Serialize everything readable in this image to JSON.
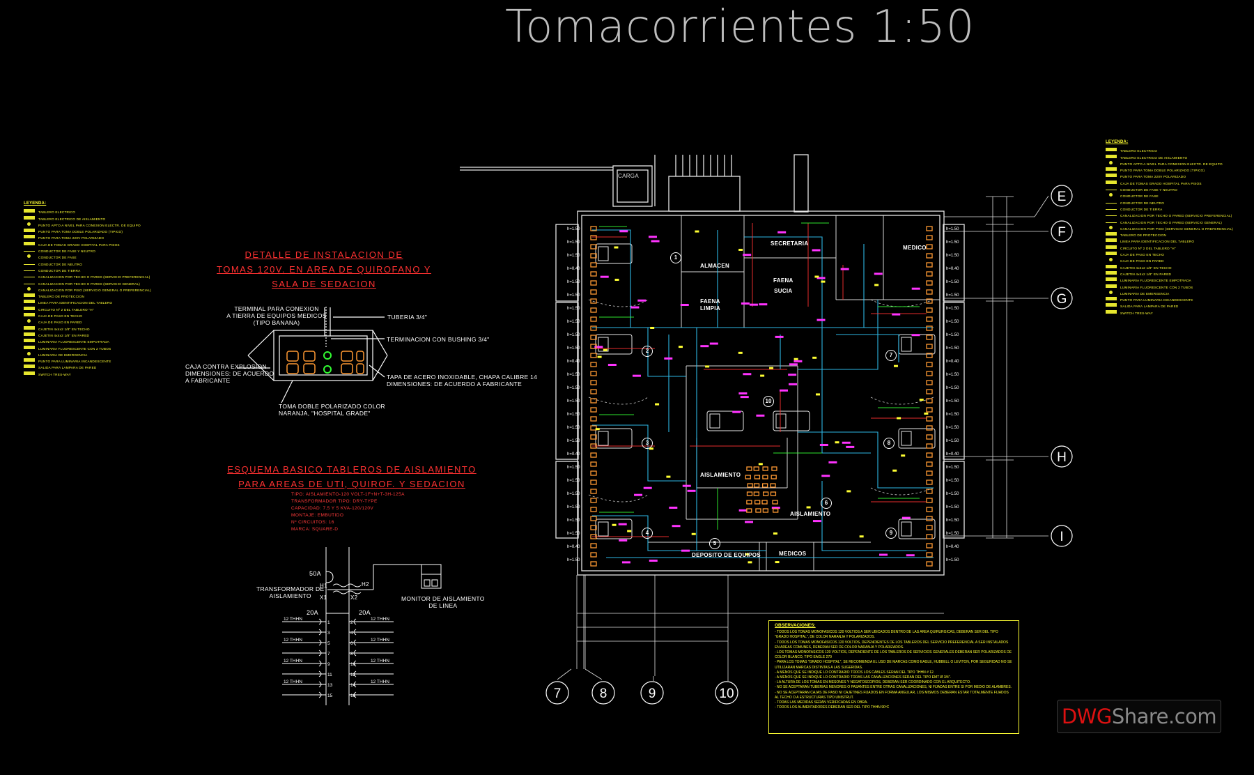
{
  "title": "Tomacorrientes 1:50",
  "watermark": {
    "brand_red": "DWG",
    "brand_rest": "Share.com"
  },
  "colors": {
    "background": "#000000",
    "cad_red": "#ff3131",
    "cad_yellow": "#ffff33",
    "cad_cyan": "#33ccff",
    "cad_green": "#33ff33",
    "cad_magenta": "#ff33ff",
    "cad_orange": "#ff9933",
    "title_gray": "#bdbdbd"
  },
  "detail_installation": {
    "heading": [
      "DETALLE DE INSTALACION DE",
      "TOMAS 120V. EN AREA DE QUIROFANO Y",
      "SALA DE SEDACION"
    ],
    "callouts": {
      "terminal": [
        "TERMINAL PARA CONEXION",
        "A TIERRA DE EQUIPOS MEDICOS",
        "(TIPO BANANA)"
      ],
      "tuberia": "TUBERIA 3/4\"",
      "bushing": "TERMINACION CON BUSHING 3/4\"",
      "caja": [
        "CAJA CONTRA EXPLOSION",
        "DIMENSIONES: DE ACUERDO",
        "A FABRICANTE"
      ],
      "tapa": [
        "TAPA DE ACERO INOXIDABLE, CHAPA CALIBRE 14",
        "DIMENSIONES: DE ACUERDO A FABRICANTE"
      ],
      "toma": [
        "TOMA DOBLE POLARIZADO COLOR",
        "NARANJA, \"HOSPITAL GRADE\""
      ]
    }
  },
  "isolation_scheme": {
    "heading": [
      "ESQUEMA BASICO TABLEROS DE AISLAMIENTO",
      "PARA AREAS DE UTI, QUIROF. Y SEDACION"
    ],
    "spec_lines": [
      "TIPO: AISLAMIENTO-120 VOLT-1F+N+T-3H-125A",
      "TRANSFORMADOR TIPO: DRY-TYPE",
      "CAPACIDAD: 7.5 Y 5   KVA-120/120V",
      "MONTAJE: EMBUTIDO",
      "Nº CIRCUITOS: 16",
      "MARCA: SQUARE-D"
    ],
    "labels": {
      "main_breaker": "50A",
      "transformer": [
        "TRANSFORMADOR DE",
        "AISLAMIENTO"
      ],
      "monitor": [
        "MONITOR DE AISLAMIENTO",
        "DE LINEA"
      ],
      "h1": "H1",
      "h2": "H2",
      "x1": "X1",
      "x2": "X2",
      "breaker_left": "20A",
      "breaker_right": "20A",
      "wire": "12 THHN"
    },
    "circuits_left": [
      "1",
      "3",
      "5",
      "7",
      "9",
      "11",
      "13",
      "15"
    ],
    "circuits_right": [
      "2",
      "4",
      "6",
      "8",
      "10",
      "12",
      "14",
      "16"
    ]
  },
  "plan": {
    "rooms": {
      "carga": "CARGA",
      "secretaria": "SECRETARIA",
      "medico": "MEDICO",
      "almacen": "ALMACEN",
      "faena_sucia": [
        "FAENA",
        "SUCIA"
      ],
      "faena_limpia": [
        "FAENA",
        "LIMPIA"
      ],
      "aislamiento_left": "AISLAMIENTO",
      "aislamiento_right": "AISLAMIENTO",
      "deposito": "DEPOSITO DE EQUIPOS",
      "medicos": "MEDICOS"
    },
    "bed_numbers": [
      "1",
      "2",
      "3",
      "4",
      "5",
      "6",
      "7",
      "8",
      "9",
      "10"
    ],
    "axes_right": [
      "E",
      "F",
      "G",
      "H",
      "I"
    ],
    "axes_bottom": [
      "7",
      "8",
      "9",
      "10"
    ],
    "height_tag": "h=1.50",
    "height_tag_low": "h=0.40"
  },
  "legend_left": {
    "heading": "LEYENDA:",
    "items": [
      "TABLERO ELECTRICO",
      "TABLERO ELECTRICO DE AISLAMIENTO",
      "PUNTO APTO A NIVEL PARA CONEXION ELECTR. DE EQUIPO",
      "PUNTO PARA TOMA DOBLE POLARIZADO (TIPICO)",
      "PUNTO PARA TOMA 220V POLARIZADO",
      "CAJA DE TOMAS GRADO HOSPITAL PARA PISOS",
      "CONDUCTOR DE FASE Y NEUTRO",
      "CONDUCTOR DE FASE",
      "CONDUCTOR DE NEUTRO",
      "CONDUCTOR DE TIERRA",
      "CANALIZACION POR TECHO O PARED (SERVICIO PREFERENCIAL)",
      "CANALIZACION POR TECHO O PARED (SERVICIO GENERAL)",
      "CANALIZACION POR PISO (SERVICIO GENERAL O PREFERENCIAL)",
      "TABLERO DE PROTECCION",
      "LINEA PARA IDENTIFICACION DEL TABLERO",
      "CIRCUITO Nº 2 DEL TABLERO \"H\"",
      "CAJA DE PASO EN TECHO",
      "CAJA DE PASO EN PARED",
      "CAJETIN 4x4x2 1/8\" EN TECHO",
      "CAJETIN 4x4x2 1/8\" EN PARED",
      "LUMINARIA FLUORESCENTE EMPOTRADA",
      "LUMINARIA FLUORESCENTE CON 2 TUBOS",
      "LUMINARIA DE EMERGENCIA",
      "PUNTO PARA LUMINARIA INCANDESCENTE",
      "SALIDA PARA LAMPARA DE PARED",
      "SWITCH TRES-WAY"
    ]
  },
  "legend_right": {
    "heading": "LEYENDA:",
    "items": [
      "TABLERO ELECTRICO",
      "TABLERO ELECTRICO DE AISLAMIENTO",
      "PUNTO APTO A NIVEL PARA CONEXION ELECTR. DE EQUIPO",
      "PUNTO PARA TOMA DOBLE POLARIZADO (TIPICO)",
      "PUNTO PARA TOMA 220V POLARIZADO",
      "CAJA DE TOMAS GRADO HOSPITAL PARA PISOS",
      "CONDUCTOR DE FASE Y NEUTRO",
      "CONDUCTOR DE FASE",
      "CONDUCTOR DE NEUTRO",
      "CONDUCTOR DE TIERRA",
      "CANALIZACION POR TECHO O PARED (SERVICIO PREFERENCIAL)",
      "CANALIZACION POR TECHO O PARED (SERVICIO GENERAL)",
      "CANALIZACION POR PISO (SERVICIO GENERAL O PREFERENCIAL)",
      "TABLERO DE PROTECCION",
      "LINEA PARA IDENTIFICACION DEL TABLERO",
      "CIRCUITO Nº 2 DEL TABLERO \"H\"",
      "CAJA DE PASO EN TECHO",
      "CAJA DE PASO EN PARED",
      "CAJETIN 4x4x2 1/8\" EN TECHO",
      "CAJETIN 4x4x2 1/8\" EN PARED",
      "LUMINARIA FLUORESCENTE EMPOTRADA",
      "LUMINARIA FLUORESCENTE CON 2 TUBOS",
      "LUMINARIA DE EMERGENCIA",
      "PUNTO PARA LUMINARIA INCANDESCENTE",
      "SALIDA PARA LAMPARA DE PARED",
      "SWITCH TRES-WAY"
    ]
  },
  "observaciones": {
    "heading": "OBSERVACIONES:",
    "items": [
      "- TODOS LOS TOMAS MONOFASICOS 120 VOLTIOS A SER UBICADOS DENTRO DE LAS AREA QUIRURGICAS, DEBERAN SER DEL TIPO \"GRADO HOSPITAL\", DE COLOR NARANJA Y POLARIZADOS.",
      "- TODOS LOS TOMAS MONOFASICOS 120 VOLTIOS, DEPENDIENTES DE LOS TABLEROS DEL SERVICIO PREFERENCIAL A SER INSTALADOS EN AREAS COMUNES, DEBERAN SER DE COLOR NARANJA Y POLARIZADOS.",
      "- LOS TOMAS MONOFASICOS 120 VOLTIOS, DEPENDIENTE DE LOS TABLEROS DE SERVICIOS GENERALES DEBERAN SER POLARIZADOS DE COLOR BLANCO, TIPO EAGLE 270",
      "- PARA LOS TOMAS \"GRADO HOSPITAL\", SE RECOMIENDA EL USO DE MARCAS COMO EAGLE, HUBBELL O LEVITON, POR SEGURIDAD NO SE UTILIZARAN MARCAS DISTINTAS A LAS SUGERIDAS.",
      "- A MENOS QUE SE INDIQUE LO CONTRARIO TODOS LOS CABLES SERAN DEL TIPO THHN # 12.",
      "- A MENOS QUE SE INDIQUE LO CONTRARIO TODAS LAS CANALIZACIONES SERAN DEL TIPO EMT Ø 3/4\".",
      "- LA ALTURA DE LOS TOMAS EN MESONES Y NEGATOSCOPIOS, DEBERAN SER COORDINADO CON EL ARQUITECTO.",
      "- NO SE ACEPTARAN TUBERIAS MENORES O PASANTES ENTRE OTRAS CANALIZACIONES, NI FIJADAS ENTRE SI POR MEDIO DE ALAMBRES.",
      "- NO SE ACEPTARAN CAJAS DE PASO NI CAJETINES FIJADOS EN FORMA ANGULAR, LOS MISMOS DEBERAN ESTAR TOTALMENTE FIJADOS AL TECHO O A ESTRUCTURAS TIPO UNISTRUT.",
      "- TODAS LAS MEDIDAS SERAN VERIFICADAS EN OBRA.",
      "- TODOS LOS ALIMENTADORES DEBERAN SER DEL TIPO THHN 90ºC"
    ]
  }
}
